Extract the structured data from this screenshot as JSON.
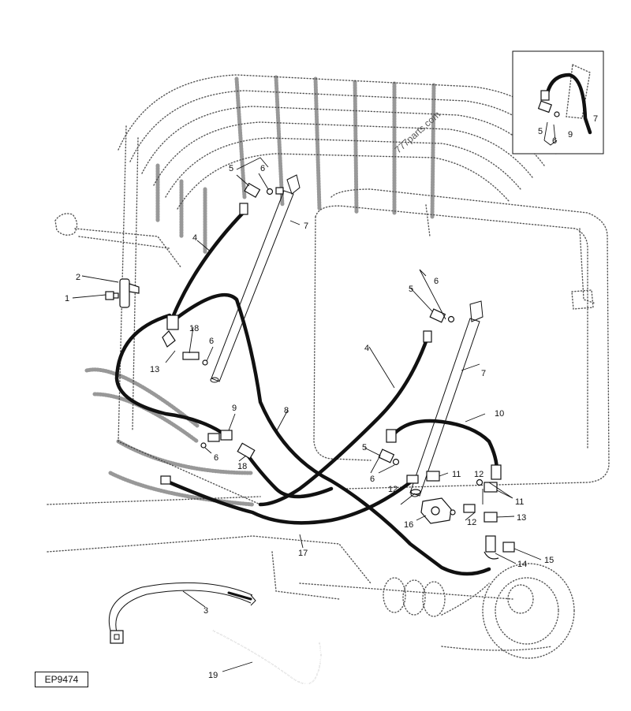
{
  "figure_id": "EP9474",
  "watermark": "777parts.com",
  "callouts": {
    "c1": "1",
    "c2": "2",
    "c3": "3",
    "c4a": "4",
    "c4b": "4",
    "c5a": "5",
    "c5b": "5",
    "c5c": "5",
    "c5d": "5",
    "c6a": "6",
    "c6b": "6",
    "c6c": "6",
    "c6d": "6",
    "c6e": "6",
    "c6f": "6",
    "c7a": "7",
    "c7b": "7",
    "c7c": "7",
    "c8": "8",
    "c9": "9",
    "c9i": "9",
    "c10": "10",
    "c11a": "11",
    "c11b": "11",
    "c12a": "12",
    "c12b": "12",
    "c12c": "12",
    "c13a": "13",
    "c13b": "13",
    "c14": "14",
    "c15": "15",
    "c16": "16",
    "c17": "17",
    "c18a": "18",
    "c18b": "18",
    "c19": "19"
  }
}
